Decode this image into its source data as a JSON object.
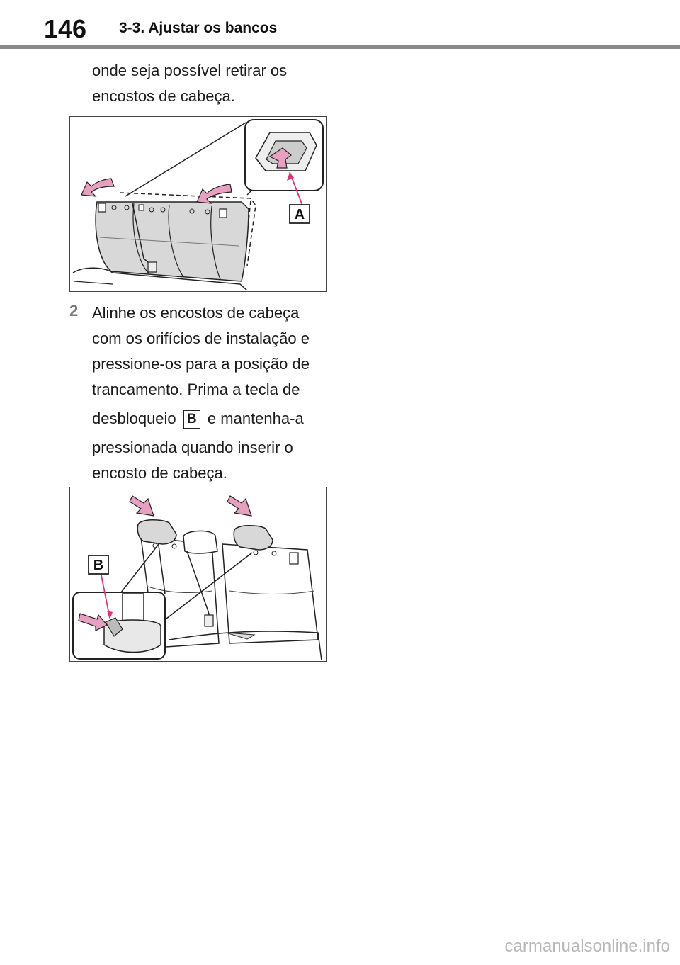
{
  "header": {
    "page_number": "146",
    "section_title": "3-3. Ajustar os bancos"
  },
  "intro_lines": [
    "onde seja possível retirar os",
    "encostos de cabeça."
  ],
  "figure1": {
    "callout_label": "A"
  },
  "step2": {
    "number": "2",
    "lines_before": [
      "Alinhe os encostos de cabeça",
      "com os orifícios de instalação e",
      "pressione-os para a posição de",
      "trancamento. Prima a tecla de"
    ],
    "inline_prefix": "desbloqueio",
    "key_label": "B",
    "inline_suffix": "e mantenha-a",
    "lines_after": [
      "pressionada quando inserir o",
      "encosto de cabeça."
    ]
  },
  "figure2": {
    "callout_label": "B"
  },
  "colors": {
    "arrow_pink": "#e8a0c0",
    "callout_line": "#e0307a",
    "rule_gray": "#8a8a8a"
  },
  "watermark": "carmanualsonline.info"
}
